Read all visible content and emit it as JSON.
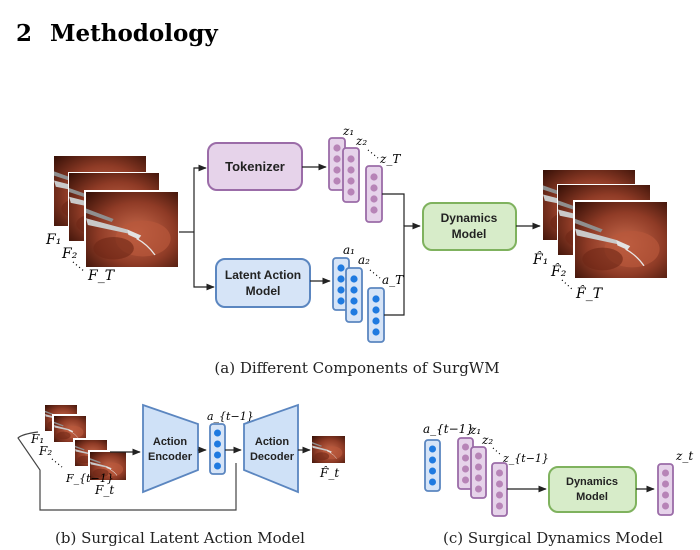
{
  "section": {
    "number": "2",
    "title": "Methodology"
  },
  "colors": {
    "tokenizer_fill": "#e6d3ea",
    "tokenizer_stroke": "#9b6ca8",
    "lam_fill": "#d6e4f7",
    "lam_stroke": "#5b86c0",
    "dyn_fill": "#d7ecc9",
    "dyn_stroke": "#7fb25e",
    "token_dot": "#b784b7",
    "action_dot": "#1f7ae0",
    "trap_fill": "#cfe1f7",
    "trap_stroke": "#5b86c0"
  },
  "fig_a": {
    "tokenizer": "Tokenizer",
    "lam_line1": "Latent Action",
    "lam_line2": "Model",
    "dyn_line1": "Dynamics",
    "dyn_line2": "Model",
    "z1": "z₁",
    "z2": "z₂",
    "zT": "z_T",
    "a1": "a₁",
    "a2": "a₂",
    "aT": "a_T",
    "F1": "F₁",
    "F2": "F₂",
    "FT": "F_T",
    "Fh1": "F̂₁",
    "Fh2": "F̂₂",
    "FhT": "F̂_T",
    "caption": "(a) Different Components of SurgWM"
  },
  "fig_b": {
    "enc_line1": "Action",
    "enc_line2": "Encoder",
    "dec_line1": "Action",
    "dec_line2": "Decoder",
    "a_prev": "a_{t−1}",
    "F1": "F₁",
    "F2": "F₂",
    "Fprev": "F_{t−1}",
    "Ft": "F_t",
    "Fhat": "F̂_t",
    "caption": "(b) Surgical Latent Action Model"
  },
  "fig_c": {
    "a_prev": "a_{t−1}",
    "z1": "z₁",
    "z2": "z₂",
    "zprev": "z_{t−1}",
    "zt": "z_t",
    "dyn_line1": "Dynamics",
    "dyn_line2": "Model",
    "caption": "(c) Surgical Dynamics Model"
  }
}
